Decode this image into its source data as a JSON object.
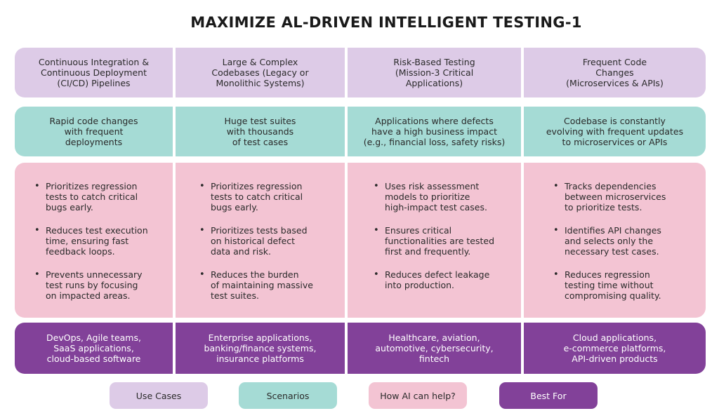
{
  "title": "MAXIMIZE AL-DRIVEN INTELLIGENT TESTING-1",
  "colors": {
    "use_cases": "#ddcbe7",
    "scenarios": "#a5dbd5",
    "how_ai_can_help": "#f3c4d3",
    "best_for": "#824199"
  },
  "use_cases": [
    "Continuous Integration &\nContinuous Deployment\n(CI/CD) Pipelines",
    "Large & Complex\nCodebases (Legacy or\nMonolithic Systems)",
    "Risk-Based Testing\n(Mission-3 Critical\nApplications)",
    "Frequent Code\nChanges\n(Microservices & APIs)"
  ],
  "scenarios": [
    "Rapid code changes\nwith frequent\ndeployments",
    "Huge test suites\nwith thousands\nof test cases",
    "Applications where defects\nhave a high business impact\n(e.g., financial loss, safety risks)",
    "Codebase is constantly\nevolving with frequent updates\nto microservices or APIs"
  ],
  "how_ai_can_help": [
    [
      "Prioritizes regression\ntests to catch critical\nbugs early.",
      "Reduces test execution\ntime, ensuring fast\nfeedback loops.",
      "Prevents unnecessary\ntest runs by focusing\non impacted areas."
    ],
    [
      "Prioritizes regression\ntests to catch critical\nbugs early.",
      "Prioritizes tests based\non historical defect\ndata and risk.",
      "Reduces the burden\nof maintaining massive\ntest suites."
    ],
    [
      "Uses risk assessment\nmodels to prioritize\nhigh-impact test cases.",
      "Ensures critical\nfunctionalities are tested\nfirst and frequently.",
      "Reduces defect leakage\ninto production."
    ],
    [
      "Tracks dependencies\nbetween microservices\nto prioritize tests.",
      "Identifies API changes\nand selects only the\nnecessary test cases.",
      "Reduces regression\ntesting time without\ncompromising quality."
    ]
  ],
  "best_for": [
    "DevOps, Agile teams,\nSaaS applications,\ncloud-based software",
    "Enterprise applications,\nbanking/finance systems,\ninsurance platforms",
    "Healthcare, aviation,\nautomotive, cybersecurity,\nfintech",
    "Cloud applications,\ne-commerce platforms,\nAPI-driven products"
  ],
  "legend": [
    "Use Cases",
    "Scenarios",
    "How AI can help?",
    "Best For"
  ]
}
